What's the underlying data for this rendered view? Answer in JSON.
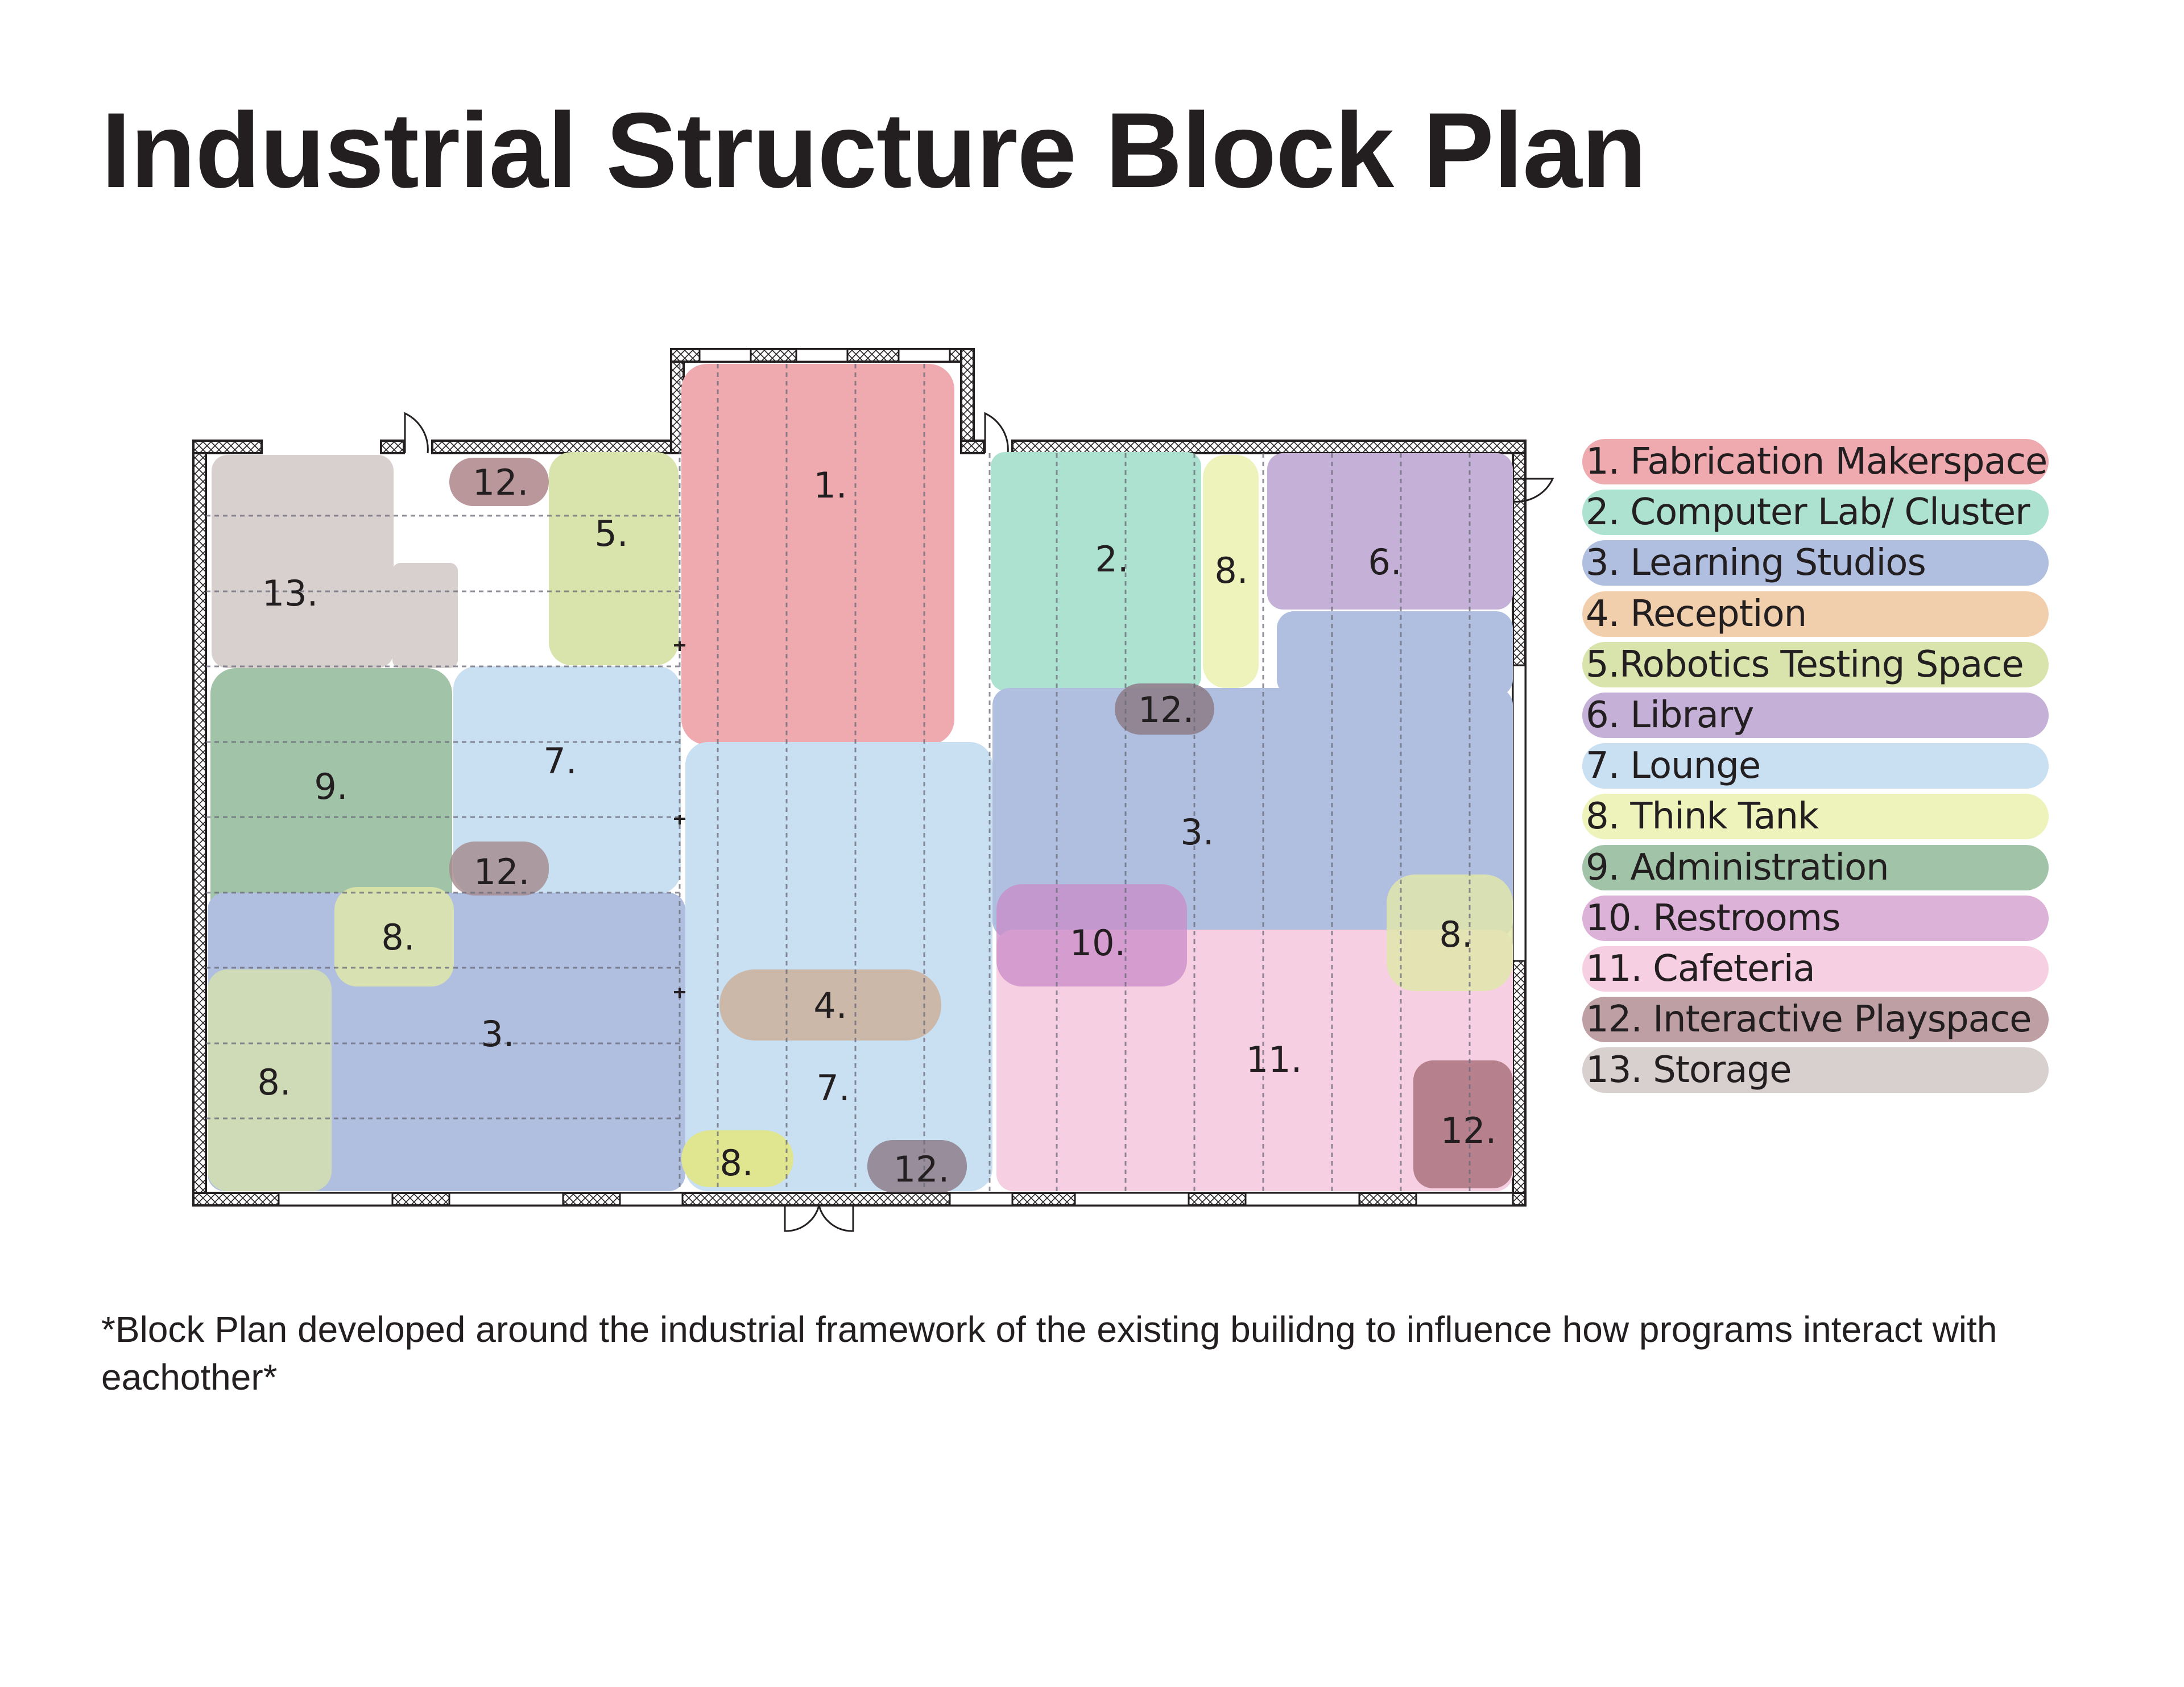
{
  "title": "Industrial Structure Block Plan",
  "caption": "*Block Plan developed around the industrial framework of the existing builidng to influence how programs interact with eachother*",
  "legend": [
    {
      "label": "1. Fabrication Makerspace",
      "color": "#efaab0"
    },
    {
      "label": "2. Computer Lab/ Cluster",
      "color": "#ace2cf"
    },
    {
      "label": "3. Learning Studios",
      "color": "#b0bfe0"
    },
    {
      "label": "4. Reception",
      "color": "#f1cfad"
    },
    {
      "label": "5.Robotics Testing Space",
      "color": "#d8e4ac"
    },
    {
      "label": "6. Library",
      "color": "#c5b0d7"
    },
    {
      "label": "7. Lounge",
      "color": "#c9dff2"
    },
    {
      "label": "8. Think Tank",
      "color": "#eef3bb"
    },
    {
      "label": "9. Administration",
      "color": "#a1c3a7"
    },
    {
      "label": "10.  Restrooms",
      "color": "#ddb2d8"
    },
    {
      "label": "11.  Cafeteria",
      "color": "#f7cfe2"
    },
    {
      "label": "12.  Interactive Playspace",
      "color": "#bea0a4"
    },
    {
      "label": "13. Storage",
      "color": "#d8d0cf"
    }
  ],
  "room_labels": {
    "r1": "1.",
    "r2": "2.",
    "r3": "3.",
    "r4": "4.",
    "r5": "5.",
    "r6": "6.",
    "r7": "7.",
    "r8": "8.",
    "r9": "9.",
    "r10": "10.",
    "r11": "11.",
    "r12": "12.",
    "r13": "13."
  }
}
